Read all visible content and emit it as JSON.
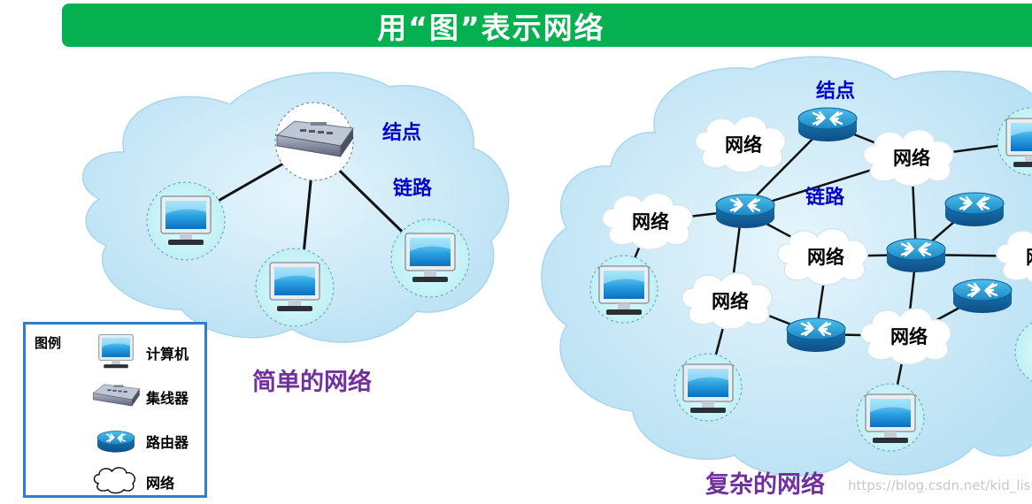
{
  "title": "用“图”表示网络",
  "simple_network": {
    "caption": "简单的网络",
    "node_label": "结点",
    "link_label": "链路"
  },
  "complex_network": {
    "caption": "复杂的网络",
    "node_label": "结点",
    "link_label": "链路",
    "cloud_label": "网络"
  },
  "legend": {
    "title": "图例",
    "items": [
      {
        "icon": "computer-icon",
        "label": "计算机"
      },
      {
        "icon": "hub-icon",
        "label": "集线器"
      },
      {
        "icon": "router-icon",
        "label": "路由器"
      },
      {
        "icon": "cloud-icon",
        "label": "网络"
      }
    ]
  },
  "watermark": "https://blog.csdn.net/kid_lisu",
  "colors": {
    "title_bar": "#05b050",
    "caption": "#7030a0",
    "label": "#0000cc",
    "cloud": "#cfeaf7",
    "router": "#1e8fc8",
    "legend_border": "#2f7fd0"
  }
}
